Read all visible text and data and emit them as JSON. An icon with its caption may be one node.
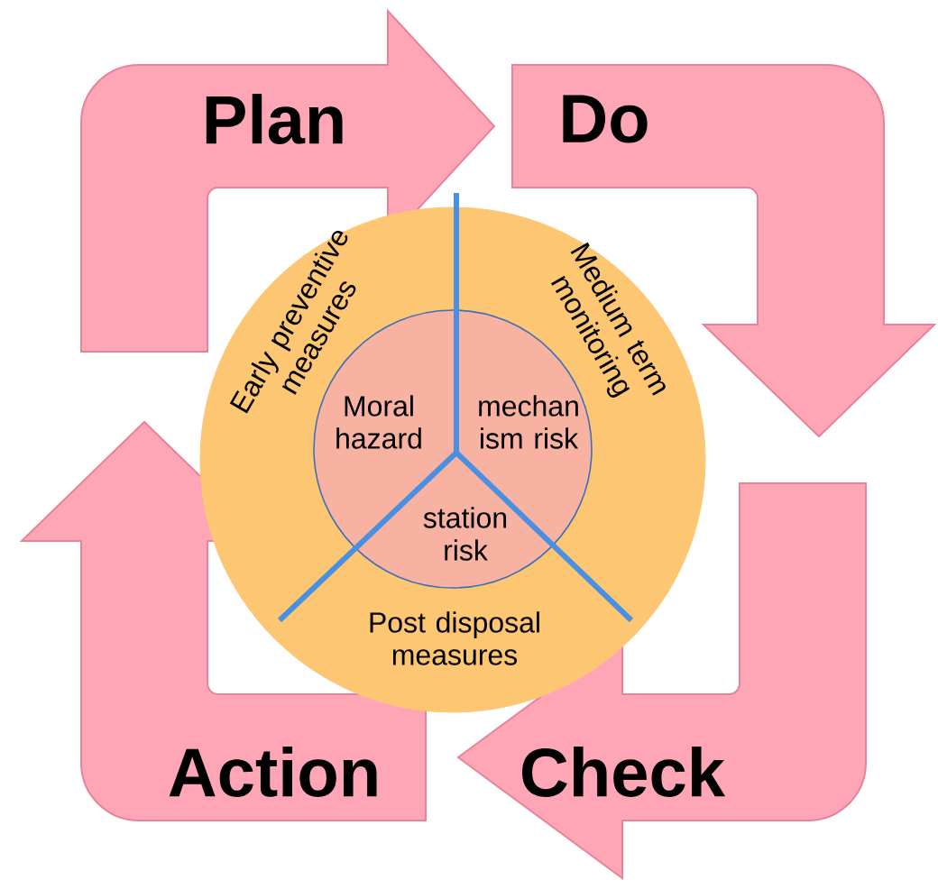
{
  "diagram": {
    "nodes": [
      {
        "text": [
          "Plan"
        ]
      },
      {
        "text": [
          "Do"
        ]
      },
      {
        "text": [
          "Check"
        ]
      },
      {
        "text": [
          "Action"
        ]
      },
      {
        "text": [
          "Early preventive measures",
          "Medium term monitoring",
          "Post disposal measures"
        ]
      },
      {
        "text": [
          "Moral hazard",
          "mechan ism risk",
          "station risk"
        ],
        "in": 4
      }
    ]
  }
}
